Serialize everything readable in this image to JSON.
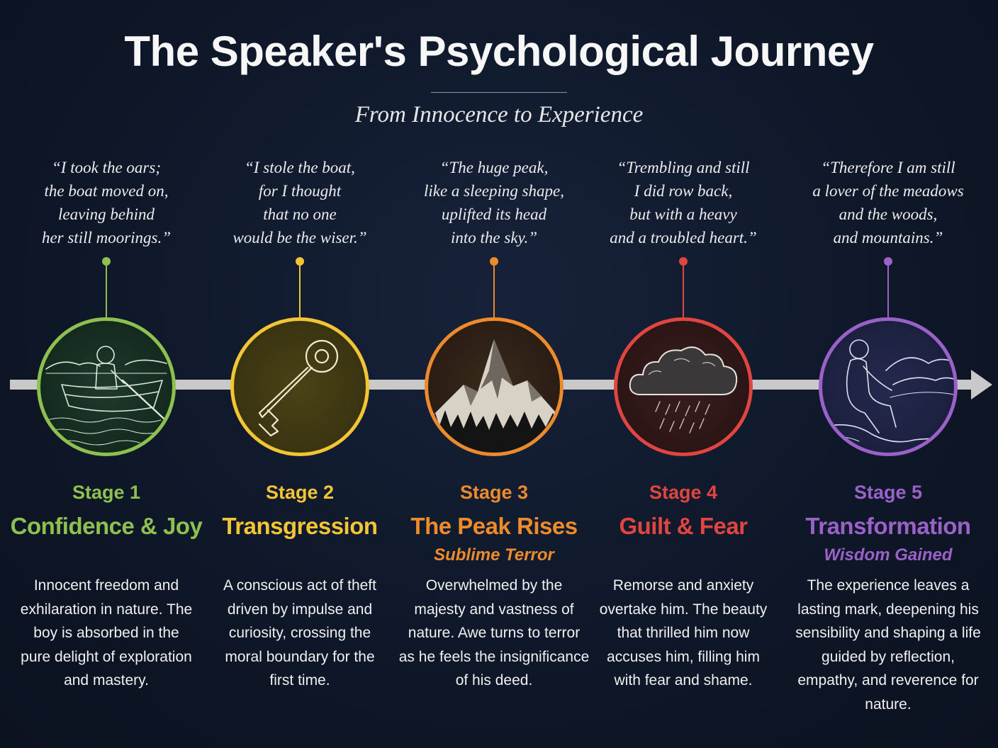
{
  "header": {
    "title": "The Speaker's Psychological Journey",
    "subtitle": "From Innocence to Experience"
  },
  "stages": [
    {
      "number_label": "Stage 1",
      "name": "Confidence & Joy",
      "subname": "",
      "quote": "“I took the oars;\nthe boat moved on,\nleaving behind\nher still moorings.”",
      "description": "Innocent freedom and exhilaration in nature. The boy is absorbed in the pure delight of exploration and mastery.",
      "color": "#8dc04f",
      "icon": "boy-rowing-boat-icon"
    },
    {
      "number_label": "Stage 2",
      "name": "Transgression",
      "subname": "",
      "quote": "“I stole the boat,\nfor I thought\nthat no one\nwould be the wiser.”",
      "description": "A conscious act of theft driven by impulse and curiosity, crossing the moral boundary for the first time.",
      "color": "#f2c534",
      "icon": "key-icon"
    },
    {
      "number_label": "Stage 3",
      "name": "The Peak Rises",
      "subname": "Sublime Terror",
      "quote": "“The huge peak,\nlike a sleeping shape,\nuplifted its head\ninto the sky.”",
      "description": "Overwhelmed by the majesty and vastness of nature. Awe turns to terror as he feels the insignificance of his deed.",
      "color": "#ec8a2c",
      "icon": "mountain-peak-icon"
    },
    {
      "number_label": "Stage 4",
      "name": "Guilt & Fear",
      "subname": "",
      "quote": "“Trembling and still\nI did row back,\nbut with a heavy\nand a troubled heart.”",
      "description": "Remorse and anxiety overtake him. The beauty that thrilled him now accuses him, filling him with fear and shame.",
      "color": "#e0453f",
      "icon": "storm-cloud-icon"
    },
    {
      "number_label": "Stage 5",
      "name": "Transformation",
      "subname": "Wisdom Gained",
      "quote": "“Therefore I am still\na lover of the meadows\nand the woods,\nand mountains.”",
      "description": "The experience leaves a lasting mark, deepening his sensibility and shaping a life guided by reflection, empathy, and reverence for nature.",
      "color": "#9a62c8",
      "icon": "reflective-man-landscape-icon"
    }
  ]
}
